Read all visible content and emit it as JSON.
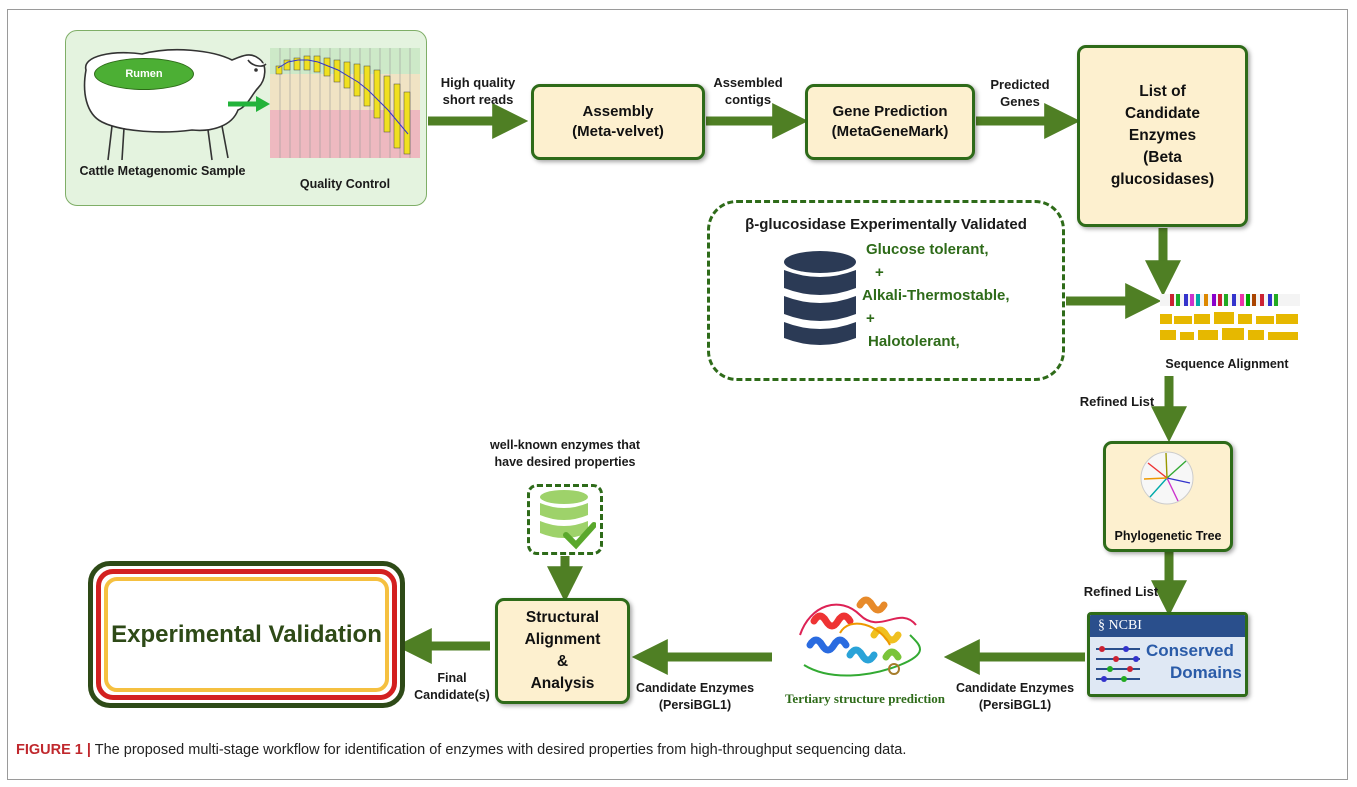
{
  "sample_panel": {
    "rumen_label": "Rumen",
    "sample_label": "Cattle Metagenomic Sample",
    "qc_label": "Quality Control"
  },
  "flow_labels": {
    "high_quality": "High quality\nshort reads",
    "assembled_contigs": "Assembled\ncontigs",
    "predicted_genes": "Predicted\nGenes",
    "refined_list_1": "Refined List",
    "refined_list_2": "Refined List",
    "candidate_enzymes_1": "Candidate Enzymes\n(PersiBGL1)",
    "candidate_enzymes_2": "Candidate Enzymes\n(PersiBGL1)",
    "final_candidates": "Final\nCandidate(s)"
  },
  "boxes": {
    "assembly": "Assembly\n(Meta-velvet)",
    "gene_prediction": "Gene Prediction\n(MetaGeneMark)",
    "candidate_list": "List of\nCandidate\nEnzymes\n(Beta\nglucosidases)",
    "phylogenetic_tree": "Phylogenetic Tree",
    "structural_alignment": "Structural\nAlignment\n&\nAnalysis",
    "experimental_validation": "Experimental Validation"
  },
  "validated_db": {
    "title": "β-glucosidase Experimentally Validated",
    "prop1": "Glucose tolerant,",
    "plus1": "+",
    "prop2": "Alkali-Thermostable,",
    "plus2": "+",
    "prop3": "Halotolerant,"
  },
  "sequence_alignment_label": "Sequence Alignment",
  "ncbi": {
    "logo": "NCBI",
    "line1": "Conserved",
    "line2": "Domains"
  },
  "tertiary_label": "Tertiary structure prediction",
  "known_enzymes_label": "well-known enzymes that\nhave desired properties",
  "caption": {
    "prefix": "FIGURE 1 |",
    "text": " The proposed multi-stage workflow for identification of enzymes with desired properties from high-throughput sequencing data."
  },
  "colors": {
    "arrow": "#4f7f24",
    "box_fill": "#fdf0cf",
    "box_border": "#2e6b19",
    "panel_fill": "#e4f3df",
    "accent_red": "#d32020",
    "accent_yellow": "#f5c040"
  },
  "icons": [
    "sheep-icon",
    "quality-chart-icon",
    "database-icon",
    "database-check-icon",
    "alignment-icon",
    "tree-icon",
    "protein-structure-icon",
    "ncbi-icon"
  ]
}
